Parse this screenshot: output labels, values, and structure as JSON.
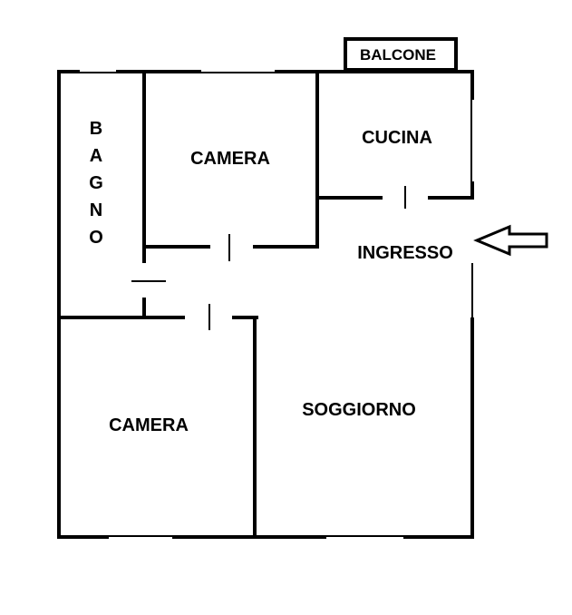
{
  "rooms": {
    "bagno": "BAGNO",
    "camera_top": "CAMERA",
    "cucina": "CUCINA",
    "balcone": "BALCONE",
    "ingresso": "INGRESSO",
    "camera_bottom": "CAMERA",
    "soggiorno": "SOGGIORNO"
  },
  "entrance_arrow": "arrow-left-icon"
}
